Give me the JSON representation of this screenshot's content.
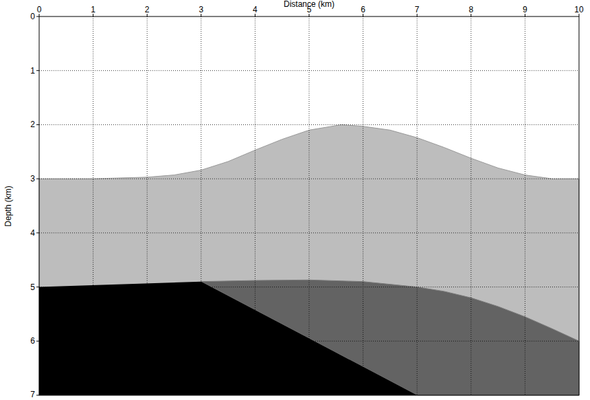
{
  "diagram": {
    "labels": [
      "Distance (km)",
      "0",
      "1",
      "2",
      "3",
      "4",
      "5",
      "6",
      "7",
      "8",
      "9",
      "10",
      "Depth (km)",
      "0",
      "1",
      "2",
      "3",
      "4",
      "5",
      "6",
      "7"
    ]
  }
}
